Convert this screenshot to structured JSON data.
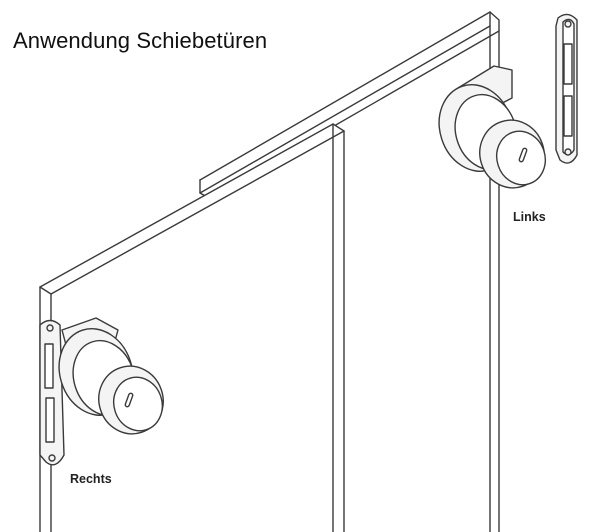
{
  "title": "Anwendung Schiebetüren",
  "labels": {
    "left_lock": "Links",
    "right_lock": "Rechts"
  },
  "colors": {
    "line": "#3a3a3a",
    "background": "#ffffff",
    "lock_fill": "#f4f4f4"
  }
}
